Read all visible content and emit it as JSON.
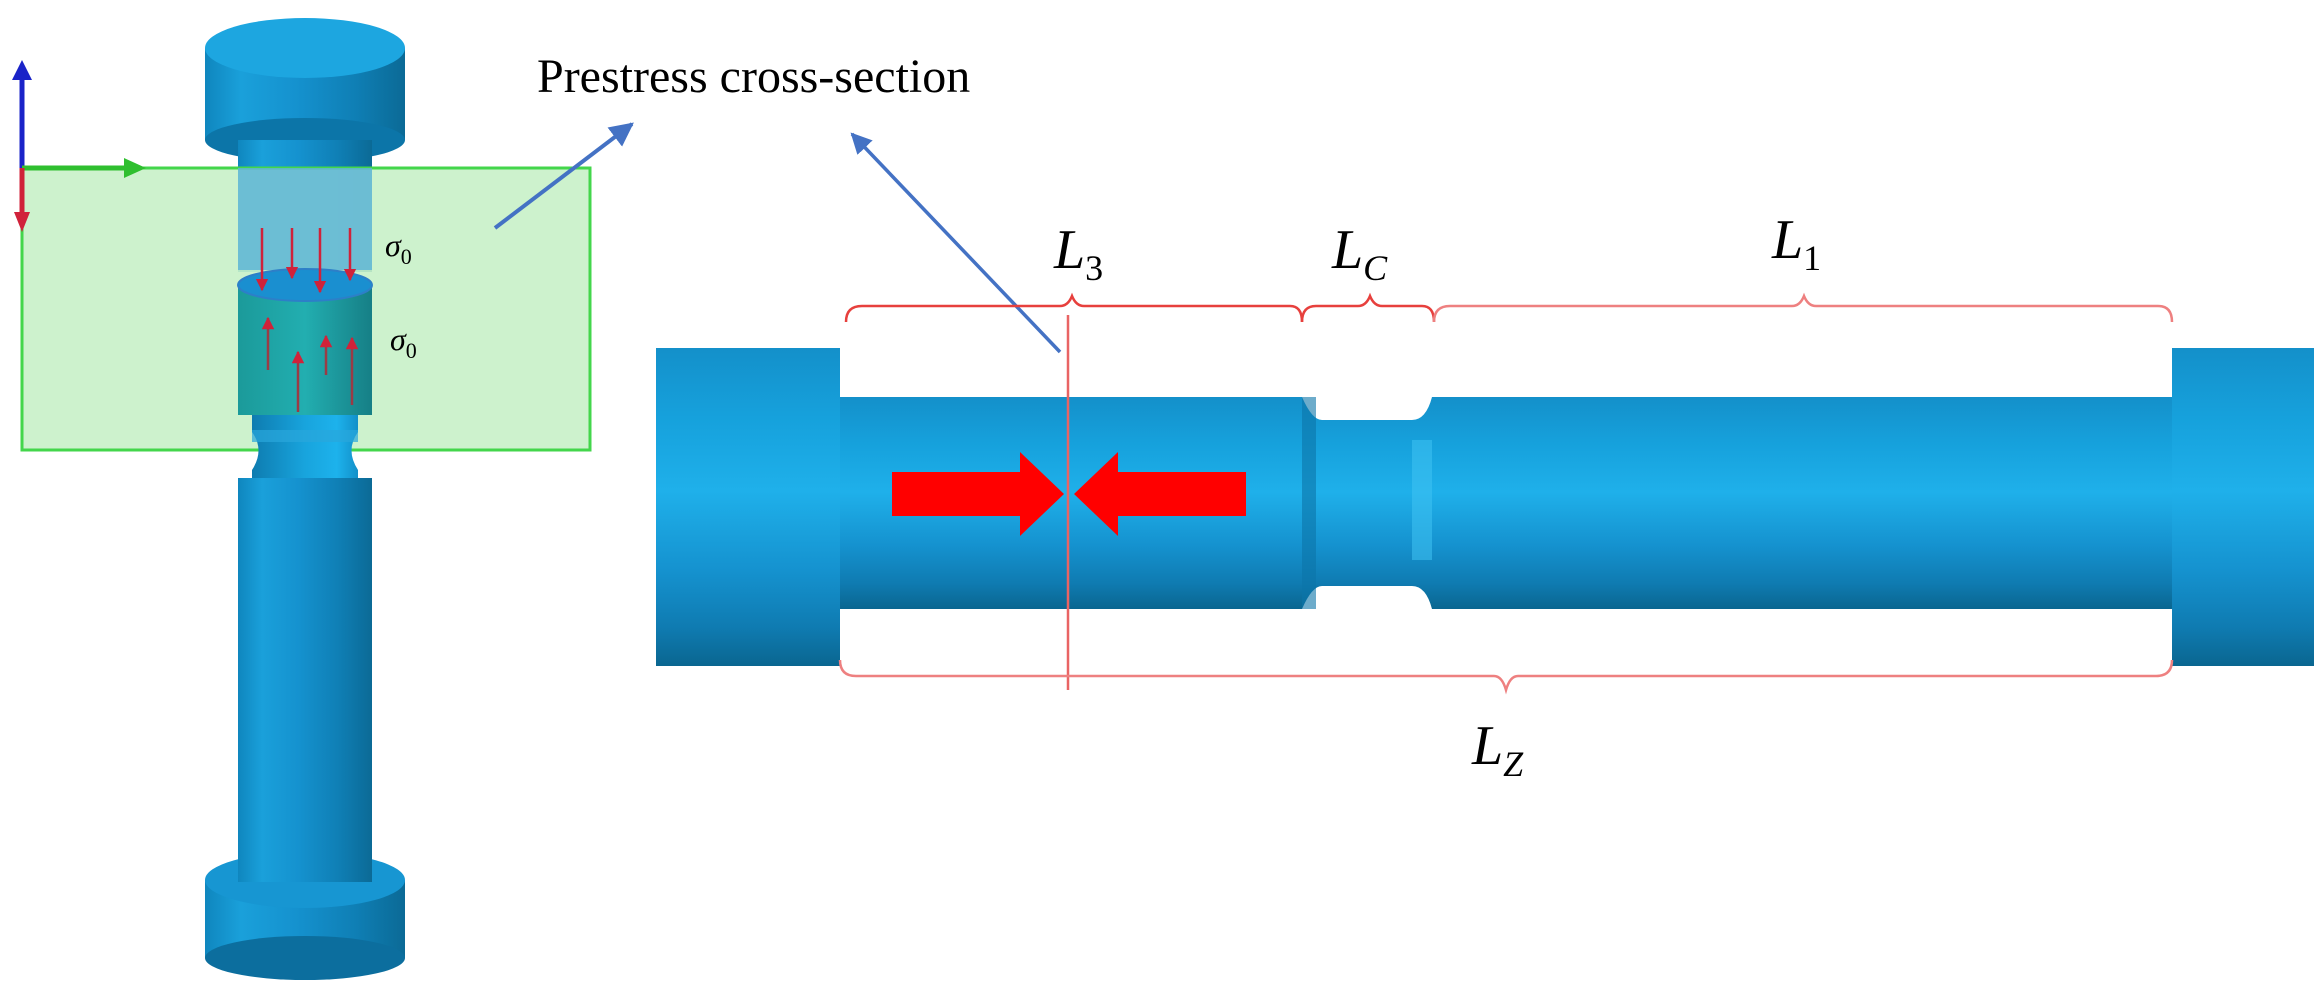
{
  "labels": {
    "prestress_cross_section": "Prestress cross-section",
    "sigma_top": "σ",
    "sigma_top_sub": "0",
    "sigma_bottom": "σ",
    "sigma_bottom_sub": "0",
    "l3": "L",
    "l3_sub": "3",
    "lc": "L",
    "lc_sub": "C",
    "l1": "L",
    "l1_sub": "1",
    "lz": "L",
    "lz_sub": "Z"
  },
  "colors": {
    "specimen_blue": "#1592cf",
    "specimen_light": "#22aee6",
    "specimen_dark": "#0b6c98",
    "section_plane": "#c8f1c8",
    "section_plane_border": "#43d64b",
    "brace_red": "#e7403d",
    "arrow_red": "#ff0000",
    "pointer_blue": "#4472c4"
  },
  "icons": {
    "axis_triad": "xyz-axis-triad-icon"
  }
}
